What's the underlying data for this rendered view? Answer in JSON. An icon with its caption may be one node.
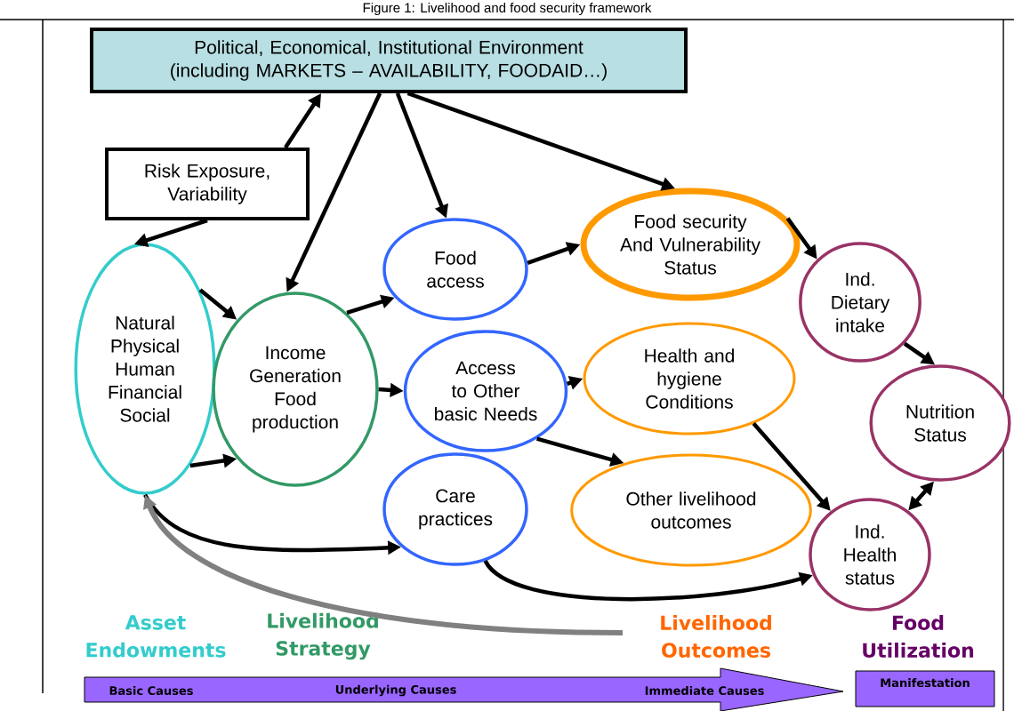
{
  "diagram": {
    "title": "Figure 1: Livelihood and food security framework",
    "nodes": [
      {
        "text": [
          "Political, Economical, Institutional Environment",
          "(including MARKETS – AVAILABILITY, FOODAID…)"
        ]
      },
      {
        "text": [
          "Risk Exposure, Variability"
        ]
      },
      {
        "text": [
          "Natural Physical Human Financial Social"
        ]
      },
      {
        "text": [
          "Income Generation Food production"
        ]
      },
      {
        "text": [
          "Food access"
        ]
      },
      {
        "text": [
          "Access to Other basic Needs"
        ]
      },
      {
        "text": [
          "Care practices"
        ]
      },
      {
        "text": [
          "Food security And Vulnerability Status"
        ]
      },
      {
        "text": [
          "Health and hygiene Conditions"
        ]
      },
      {
        "text": [
          "Other livelihood outcomes"
        ]
      },
      {
        "text": [
          "Ind. Dietary intake"
        ]
      },
      {
        "text": [
          "Nutrition Status"
        ]
      },
      {
        "text": [
          "Ind. Health status"
        ]
      },
      {
        "text": [
          "Basic Causes",
          "Underlying Causes",
          "Immediate Causes"
        ]
      },
      {
        "text": [
          "Manifestation"
        ]
      }
    ],
    "edges": [
      {
        "from": 1,
        "to": 0,
        "arrow": "to"
      },
      {
        "from": 1,
        "to": 2,
        "arrow": "to"
      },
      {
        "from": 0,
        "to": 3,
        "arrow": "to"
      },
      {
        "from": 0,
        "to": 4,
        "arrow": "to"
      },
      {
        "from": 0,
        "to": 7,
        "arrow": "to"
      },
      {
        "from": 2,
        "to": 3,
        "arrow": "to"
      },
      {
        "from": 2,
        "to": 3,
        "arrow": "to"
      },
      {
        "from": 3,
        "to": 4,
        "arrow": "to"
      },
      {
        "from": 3,
        "to": 5,
        "arrow": "to"
      },
      {
        "from": 5,
        "to": 8,
        "arrow": "to"
      },
      {
        "from": 5,
        "to": 9,
        "arrow": "to"
      },
      {
        "from": 4,
        "to": 7,
        "arrow": "to"
      },
      {
        "from": 7,
        "to": 10,
        "arrow": "to"
      },
      {
        "from": 10,
        "to": 11,
        "arrow": "to"
      },
      {
        "from": 11,
        "to": 12,
        "arrow": "both"
      },
      {
        "from": 8,
        "to": 12,
        "arrow": "to"
      },
      {
        "from": 6,
        "to": 12,
        "arrow": "to"
      },
      {
        "from": 2,
        "to": 6,
        "arrow": "to"
      },
      {
        "from": null,
        "to": 2,
        "arrow": "to",
        "color": "#808080"
      }
    ],
    "labels": [
      "Asset Endowments",
      "Livelihood Strategy",
      "Livelihood Outcomes",
      "Food Utilization"
    ]
  }
}
